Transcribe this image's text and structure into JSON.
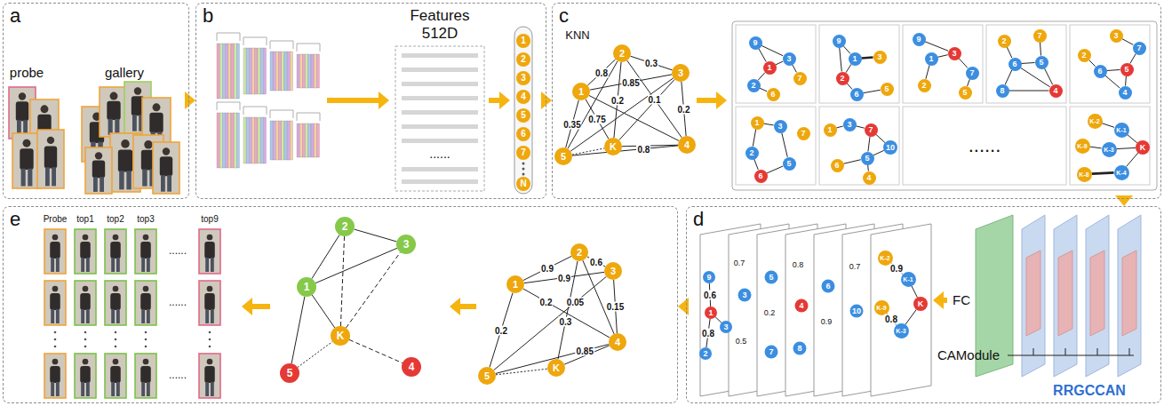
{
  "diagram": {
    "nodes": [
      {
        "text": [
          "a"
        ]
      },
      {
        "text": [
          "b"
        ]
      },
      {
        "text": [
          "c"
        ]
      },
      {
        "text": [
          "d"
        ]
      },
      {
        "text": [
          "e"
        ]
      },
      {
        "text": [
          "1"
        ],
        "in": 1
      },
      {
        "text": [
          "2"
        ],
        "in": 1
      },
      {
        "text": [
          "3"
        ],
        "in": 1
      },
      {
        "text": [
          "4"
        ],
        "in": 1
      },
      {
        "text": [
          "5"
        ],
        "in": 1
      },
      {
        "text": [
          "6"
        ],
        "in": 1
      },
      {
        "text": [
          "7"
        ],
        "in": 1
      },
      {
        "text": [
          "N"
        ],
        "in": 1
      },
      {
        "text": [
          "1"
        ],
        "in": 2
      },
      {
        "text": [
          "2"
        ],
        "in": 2
      },
      {
        "text": [
          "3"
        ],
        "in": 2
      },
      {
        "text": [
          "4"
        ],
        "in": 2
      },
      {
        "text": [
          "5"
        ],
        "in": 2
      },
      {
        "text": [
          "K"
        ],
        "in": 2
      },
      {
        "text": [
          "9"
        ],
        "in": 2
      },
      {
        "text": [
          "1"
        ],
        "in": 2
      },
      {
        "text": [
          "3"
        ],
        "in": 2
      },
      {
        "text": [
          "7"
        ],
        "in": 2
      },
      {
        "text": [
          "2"
        ],
        "in": 2
      },
      {
        "text": [
          "6"
        ],
        "in": 2
      },
      {
        "text": [
          "9"
        ],
        "in": 2
      },
      {
        "text": [
          "1"
        ],
        "in": 2
      },
      {
        "text": [
          "3"
        ],
        "in": 2
      },
      {
        "text": [
          "2"
        ],
        "in": 2
      },
      {
        "text": [
          "6"
        ],
        "in": 2
      },
      {
        "text": [
          "5"
        ],
        "in": 2
      },
      {
        "text": [
          "9"
        ],
        "in": 2
      },
      {
        "text": [
          "1"
        ],
        "in": 2
      },
      {
        "text": [
          "3"
        ],
        "in": 2
      },
      {
        "text": [
          "2"
        ],
        "in": 2
      },
      {
        "text": [
          "7"
        ],
        "in": 2
      },
      {
        "text": [
          "5"
        ],
        "in": 2
      },
      {
        "text": [
          "2"
        ],
        "in": 2
      },
      {
        "text": [
          "7"
        ],
        "in": 2
      },
      {
        "text": [
          "6"
        ],
        "in": 2
      },
      {
        "text": [
          "5"
        ],
        "in": 2
      },
      {
        "text": [
          "8"
        ],
        "in": 2
      },
      {
        "text": [
          "4"
        ],
        "in": 2
      },
      {
        "text": [
          "2"
        ],
        "in": 2
      },
      {
        "text": [
          "3"
        ],
        "in": 2
      },
      {
        "text": [
          "7"
        ],
        "in": 2
      },
      {
        "text": [
          "6"
        ],
        "in": 2
      },
      {
        "text": [
          "5"
        ],
        "in": 2
      },
      {
        "text": [
          "4"
        ],
        "in": 2
      },
      {
        "text": [
          "1"
        ],
        "in": 2
      },
      {
        "text": [
          "3"
        ],
        "in": 2
      },
      {
        "text": [
          "7"
        ],
        "in": 2
      },
      {
        "text": [
          "2"
        ],
        "in": 2
      },
      {
        "text": [
          "5"
        ],
        "in": 2
      },
      {
        "text": [
          "6"
        ],
        "in": 2
      },
      {
        "text": [
          "1"
        ],
        "in": 2
      },
      {
        "text": [
          "3"
        ],
        "in": 2
      },
      {
        "text": [
          "7"
        ],
        "in": 2
      },
      {
        "text": [
          "10"
        ],
        "in": 2
      },
      {
        "text": [
          "6"
        ],
        "in": 2
      },
      {
        "text": [
          "5"
        ],
        "in": 2
      },
      {
        "text": [
          "4"
        ],
        "in": 2
      },
      {
        "text": [
          "K-2"
        ],
        "in": 2
      },
      {
        "text": [
          "K-1"
        ],
        "in": 2
      },
      {
        "text": [
          "K"
        ],
        "in": 2
      },
      {
        "text": [
          "K-9"
        ],
        "in": 2
      },
      {
        "text": [
          "K-3"
        ],
        "in": 2
      },
      {
        "text": [
          "K-8"
        ],
        "in": 2
      },
      {
        "text": [
          "K-4"
        ],
        "in": 2
      },
      {
        "text": [
          "9"
        ],
        "in": 3
      },
      {
        "text": [
          "1"
        ],
        "in": 3
      },
      {
        "text": [
          "3"
        ],
        "in": 3
      },
      {
        "text": [
          "2"
        ],
        "in": 3
      },
      {
        "text": [
          "K-2"
        ],
        "in": 3
      },
      {
        "text": [
          "K-1"
        ],
        "in": 3
      },
      {
        "text": [
          "K-9"
        ],
        "in": 3
      },
      {
        "text": [
          "K-3"
        ],
        "in": 3
      },
      {
        "text": [
          "K"
        ],
        "in": 3
      },
      {
        "text": [
          "2"
        ],
        "in": 4
      },
      {
        "text": [
          "3"
        ],
        "in": 4
      },
      {
        "text": [
          "1"
        ],
        "in": 4
      },
      {
        "text": [
          "K"
        ],
        "in": 4
      },
      {
        "text": [
          "5"
        ],
        "in": 4
      },
      {
        "text": [
          "4"
        ],
        "in": 4
      },
      {
        "text": [
          "1"
        ],
        "in": 4
      },
      {
        "text": [
          "2"
        ],
        "in": 4
      },
      {
        "text": [
          "3"
        ],
        "in": 4
      },
      {
        "text": [
          "4"
        ],
        "in": 4
      },
      {
        "text": [
          "5"
        ],
        "in": 4
      },
      {
        "text": [
          "K"
        ],
        "in": 4
      }
    ],
    "edges": [
      {
        "from": 0,
        "to": 1,
        "arrow": "to"
      },
      {
        "from": 1,
        "to": 2,
        "arrow": "to"
      },
      {
        "from": 2,
        "to": 3,
        "arrow": "to"
      },
      {
        "from": 3,
        "to": 4,
        "arrow": "to"
      },
      {
        "from": 13,
        "to": 14,
        "arrow": "none",
        "label": "0.8"
      },
      {
        "from": 14,
        "to": 15,
        "arrow": "none",
        "label": "0.3"
      },
      {
        "from": 13,
        "to": 15,
        "arrow": "none",
        "label": "0.85"
      },
      {
        "from": 13,
        "to": 17,
        "arrow": "none",
        "label": "0.35"
      },
      {
        "from": 13,
        "to": 18,
        "arrow": "none",
        "label": "0.75"
      },
      {
        "from": 14,
        "to": 18,
        "arrow": "none",
        "label": "0.2"
      },
      {
        "from": 14,
        "to": 16,
        "arrow": "none",
        "label": "0.1"
      },
      {
        "from": 15,
        "to": 16,
        "arrow": "none",
        "label": "0.2"
      },
      {
        "from": 17,
        "to": 16,
        "arrow": "none",
        "label": "0.8"
      },
      {
        "from": 17,
        "to": 18,
        "arrow": "none"
      },
      {
        "from": 17,
        "to": 14,
        "arrow": "none"
      },
      {
        "from": 17,
        "to": 15,
        "arrow": "none"
      },
      {
        "from": 13,
        "to": 16,
        "arrow": "none"
      },
      {
        "from": 18,
        "to": 15,
        "arrow": "none"
      },
      {
        "from": 18,
        "to": 16,
        "arrow": "none"
      },
      {
        "from": 19,
        "to": 21,
        "arrow": "none"
      },
      {
        "from": 19,
        "to": 20,
        "arrow": "none"
      },
      {
        "from": 20,
        "to": 21,
        "arrow": "none"
      },
      {
        "from": 21,
        "to": 22,
        "arrow": "none"
      },
      {
        "from": 20,
        "to": 23,
        "arrow": "none"
      },
      {
        "from": 23,
        "to": 24,
        "arrow": "none"
      },
      {
        "from": 25,
        "to": 26,
        "arrow": "none"
      },
      {
        "from": 26,
        "to": 27,
        "arrow": "none"
      },
      {
        "from": 26,
        "to": 28,
        "arrow": "none"
      },
      {
        "from": 28,
        "to": 29,
        "arrow": "none"
      },
      {
        "from": 29,
        "to": 30,
        "arrow": "none"
      },
      {
        "from": 25,
        "to": 28,
        "arrow": "none"
      },
      {
        "from": 31,
        "to": 33,
        "arrow": "none"
      },
      {
        "from": 32,
        "to": 33,
        "arrow": "none"
      },
      {
        "from": 32,
        "to": 34,
        "arrow": "none"
      },
      {
        "from": 33,
        "to": 35,
        "arrow": "none"
      },
      {
        "from": 35,
        "to": 36,
        "arrow": "none"
      },
      {
        "from": 37,
        "to": 39,
        "arrow": "none"
      },
      {
        "from": 39,
        "to": 40,
        "arrow": "none"
      },
      {
        "from": 38,
        "to": 40,
        "arrow": "none"
      },
      {
        "from": 39,
        "to": 41,
        "arrow": "none"
      },
      {
        "from": 41,
        "to": 42,
        "arrow": "none"
      },
      {
        "from": 40,
        "to": 42,
        "arrow": "none"
      },
      {
        "from": 39,
        "to": 42,
        "arrow": "none"
      },
      {
        "from": 43,
        "to": 46,
        "arrow": "none"
      },
      {
        "from": 46,
        "to": 47,
        "arrow": "none"
      },
      {
        "from": 44,
        "to": 45,
        "arrow": "none"
      },
      {
        "from": 45,
        "to": 47,
        "arrow": "none"
      },
      {
        "from": 47,
        "to": 48,
        "arrow": "none"
      },
      {
        "from": 46,
        "to": 48,
        "arrow": "none"
      },
      {
        "from": 49,
        "to": 50,
        "arrow": "none"
      },
      {
        "from": 49,
        "to": 52,
        "arrow": "none"
      },
      {
        "from": 52,
        "to": 54,
        "arrow": "none"
      },
      {
        "from": 54,
        "to": 53,
        "arrow": "none"
      },
      {
        "from": 50,
        "to": 53,
        "arrow": "none"
      },
      {
        "from": 55,
        "to": 56,
        "arrow": "none"
      },
      {
        "from": 56,
        "to": 57,
        "arrow": "none"
      },
      {
        "from": 57,
        "to": 58,
        "arrow": "none"
      },
      {
        "from": 57,
        "to": 60,
        "arrow": "none"
      },
      {
        "from": 60,
        "to": 58,
        "arrow": "none"
      },
      {
        "from": 60,
        "to": 59,
        "arrow": "none"
      },
      {
        "from": 60,
        "to": 61,
        "arrow": "none"
      },
      {
        "from": 62,
        "to": 63,
        "arrow": "none"
      },
      {
        "from": 63,
        "to": 64,
        "arrow": "none"
      },
      {
        "from": 65,
        "to": 66,
        "arrow": "none"
      },
      {
        "from": 66,
        "to": 64,
        "arrow": "none"
      },
      {
        "from": 67,
        "to": 68,
        "arrow": "none"
      },
      {
        "from": 68,
        "to": 64,
        "arrow": "none"
      },
      {
        "from": 69,
        "to": 70,
        "arrow": "none",
        "label": "0.6"
      },
      {
        "from": 70,
        "to": 72,
        "arrow": "none",
        "label": "0.8"
      },
      {
        "from": 70,
        "to": 71,
        "arrow": "none"
      },
      {
        "from": 73,
        "to": 74,
        "arrow": "none",
        "label": "0.9"
      },
      {
        "from": 75,
        "to": 76,
        "arrow": "none",
        "label": "0.8"
      },
      {
        "from": 74,
        "to": 77,
        "arrow": "none"
      },
      {
        "from": 76,
        "to": 77,
        "arrow": "none"
      },
      {
        "from": 78,
        "to": 79,
        "arrow": "none"
      },
      {
        "from": 80,
        "to": 78,
        "arrow": "none"
      },
      {
        "from": 80,
        "to": 79,
        "arrow": "none"
      },
      {
        "from": 80,
        "to": 82,
        "arrow": "none"
      },
      {
        "from": 82,
        "to": 81,
        "arrow": "none"
      },
      {
        "from": 81,
        "to": 78,
        "arrow": "none"
      },
      {
        "from": 81,
        "to": 79,
        "arrow": "none"
      },
      {
        "from": 81,
        "to": 83,
        "arrow": "none"
      },
      {
        "from": 80,
        "to": 81,
        "arrow": "none"
      },
      {
        "from": 84,
        "to": 85,
        "arrow": "none",
        "label": "0.9"
      },
      {
        "from": 85,
        "to": 86,
        "arrow": "none",
        "label": "0.6"
      },
      {
        "from": 84,
        "to": 86,
        "arrow": "none",
        "label": "0.9"
      },
      {
        "from": 84,
        "to": 88,
        "arrow": "none",
        "label": "0.2"
      },
      {
        "from": 85,
        "to": 89,
        "arrow": "none",
        "label": "0.3"
      },
      {
        "from": 84,
        "to": 87,
        "arrow": "none",
        "label": "0.2"
      },
      {
        "from": 86,
        "to": 88,
        "arrow": "none",
        "label": "0.05"
      },
      {
        "from": 86,
        "to": 87,
        "arrow": "none",
        "label": "0.15"
      },
      {
        "from": 88,
        "to": 87,
        "arrow": "none",
        "label": "0.85"
      },
      {
        "from": 88,
        "to": 89,
        "arrow": "none"
      },
      {
        "from": 85,
        "to": 87,
        "arrow": "none"
      },
      {
        "from": 89,
        "to": 87,
        "arrow": "none"
      }
    ],
    "labels": [
      "probe",
      "gallery",
      "Features 512D",
      "......",
      "KNN",
      "......",
      "FC",
      "CAModule",
      "RRGCCAN",
      "0.7",
      "3",
      "0.5",
      "5",
      "0.2",
      "7",
      "0.8",
      "4",
      "8",
      "6",
      "0.9",
      "0.7",
      "10",
      "Probe",
      "top1",
      "top2",
      "top3",
      "top9",
      "......",
      "......",
      "......"
    ]
  }
}
